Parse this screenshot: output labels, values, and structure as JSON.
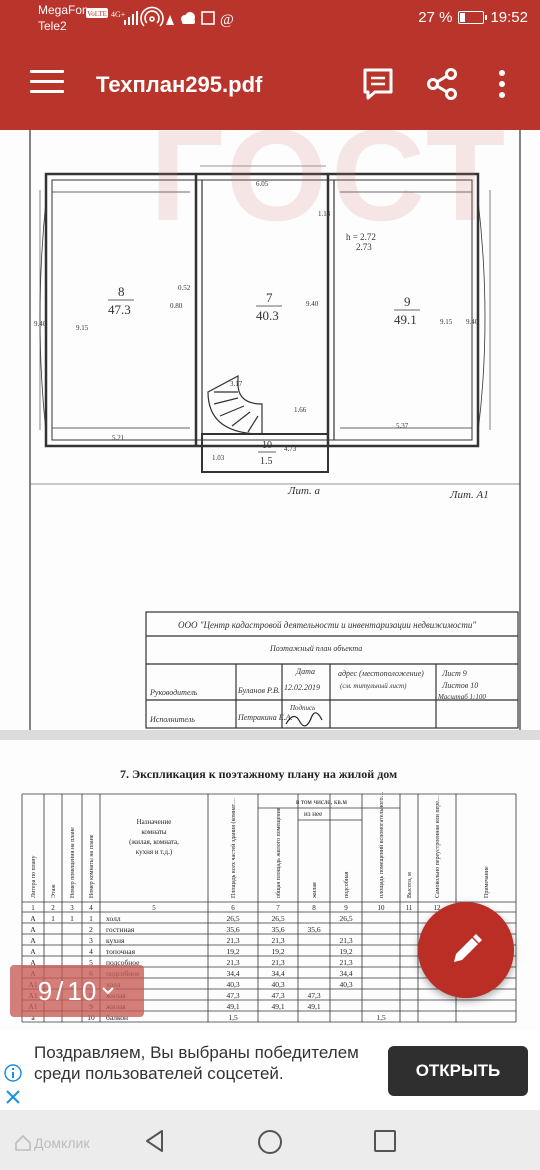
{
  "status_bar": {
    "operator_primary": "MegaFon",
    "volte": "VoLTE",
    "network": "4G+",
    "operator_secondary": "Tele2",
    "battery_percent": "27 %",
    "battery_level": 0.27,
    "time": "19:52"
  },
  "app_bar": {
    "title": "Техплан295.pdf",
    "icons": [
      "menu-icon",
      "comment-icon",
      "share-icon",
      "more-vert-icon"
    ]
  },
  "plan": {
    "width_top": "6.05",
    "dim_small_top": "1.13",
    "height_label": "h = 2.72",
    "height_label2": "2.73",
    "room8_num": "8",
    "room8_area": "47.3",
    "room7_num": "7",
    "room7_area": "40.3",
    "room9_num": "9",
    "room9_area": "49.1",
    "room10_num": "10",
    "room10_area": "1.5",
    "dim_940_left": "9.40",
    "dim_915_left": "9.15",
    "dim_052": "0.52",
    "dim_080": "0.80",
    "dim_940_mid": "9.40",
    "dim_915_right": "9.15",
    "dim_940_right": "9.40",
    "dim_317": "3.17",
    "dim_166": "1.66",
    "dim_521": "5.21",
    "dim_537": "5.37",
    "dim_473": "4.73",
    "dim_103": "1.03",
    "lit_a": "Лит. а",
    "lit_a1": "Лит. А1"
  },
  "title_block": {
    "org": "ООО \"Центр кадастровой деятельности и инвентаризации недвижимости\"",
    "plan_name": "Поэтажный план объекта",
    "date_label": "Дата",
    "address_label": "адрес (местоположение)",
    "address_note": "(см. титульный лист)",
    "sheet": "Лист 9",
    "sheets": "Листов 10",
    "scale": "Масштаб 1:100",
    "role_head": "Руководитель",
    "name_head": "Буланов Р.В.",
    "date": "12.02.2019",
    "role_exec": "Исполнитель",
    "name_exec": "Петракина Е.А.",
    "sign_label": "Подпись"
  },
  "explication": {
    "title": "7. Экспликация к поэтажному плану на жилой дом",
    "headers": [
      "Литера по плану",
      "Этаж",
      "Номер помещения на плане",
      "Номер комнаты на плане",
      "Назначение комнаты (жилая, комната, кухня и т.д.)",
      "Площадь всех частей здания (комнат и помещений вспомогательного использования), кв.м",
      "общая площадь жилого помещения",
      "жилая",
      "подсобная",
      "площадь помещений вспомогательного использования (лоджий, балконов веранд, террас), кв.м",
      "Высота, м",
      "Самовольно переустроенная или перепланированная площадь, кв.м",
      "Примечание"
    ],
    "group_header": "в том числе, кв.м",
    "sub_header": "из нее",
    "col_numbers": [
      "1",
      "2",
      "3",
      "4",
      "5",
      "6",
      "7",
      "8",
      "9",
      "10",
      "11",
      "12"
    ],
    "rows": [
      {
        "lit": "А",
        "floor": "1",
        "room": "1",
        "num": "1",
        "name": "холл",
        "area": "26,5",
        "total": "26,5",
        "living": "",
        "aux": "26,5",
        "balcony": ""
      },
      {
        "lit": "А",
        "floor": "",
        "room": "",
        "num": "2",
        "name": "гостиная",
        "area": "35,6",
        "total": "35,6",
        "living": "35,6",
        "aux": "",
        "balcony": ""
      },
      {
        "lit": "А",
        "floor": "",
        "room": "",
        "num": "3",
        "name": "кухня",
        "area": "21,3",
        "total": "21,3",
        "living": "",
        "aux": "21,3",
        "balcony": ""
      },
      {
        "lit": "А",
        "floor": "",
        "room": "",
        "num": "4",
        "name": "топочная",
        "area": "19,2",
        "total": "19,2",
        "living": "",
        "aux": "19,2",
        "balcony": ""
      },
      {
        "lit": "А",
        "floor": "",
        "room": "",
        "num": "5",
        "name": "подсобное",
        "area": "21,3",
        "total": "21,3",
        "living": "",
        "aux": "21,3",
        "balcony": ""
      },
      {
        "lit": "А",
        "floor": "",
        "room": "",
        "num": "6",
        "name": "подсобное",
        "area": "34,4",
        "total": "34,4",
        "living": "",
        "aux": "34,4",
        "balcony": ""
      },
      {
        "lit": "А1",
        "floor": "",
        "room": "",
        "num": "7",
        "name": "холл",
        "area": "40,3",
        "total": "40,3",
        "living": "",
        "aux": "40,3",
        "balcony": ""
      },
      {
        "lit": "А1",
        "floor": "",
        "room": "",
        "num": "8",
        "name": "жилая",
        "area": "47,3",
        "total": "47,3",
        "living": "47,3",
        "aux": "",
        "balcony": ""
      },
      {
        "lit": "А1",
        "floor": "",
        "room": "",
        "num": "9",
        "name": "жилая",
        "area": "49,1",
        "total": "49,1",
        "living": "49,1",
        "aux": "",
        "balcony": ""
      },
      {
        "lit": "а",
        "floor": "",
        "room": "",
        "num": "10",
        "name": "балкон",
        "area": "1,5",
        "total": "",
        "living": "",
        "aux": "",
        "balcony": "1,5"
      }
    ]
  },
  "page_counter": {
    "current": "9",
    "separator": "/",
    "total": "10"
  },
  "ad": {
    "text": "Поздравляем, Вы выбраны победителем среди пользователей соцсетей.",
    "cta": "ОТКРЫТЬ"
  },
  "nav": {
    "brand": "Домклик"
  }
}
